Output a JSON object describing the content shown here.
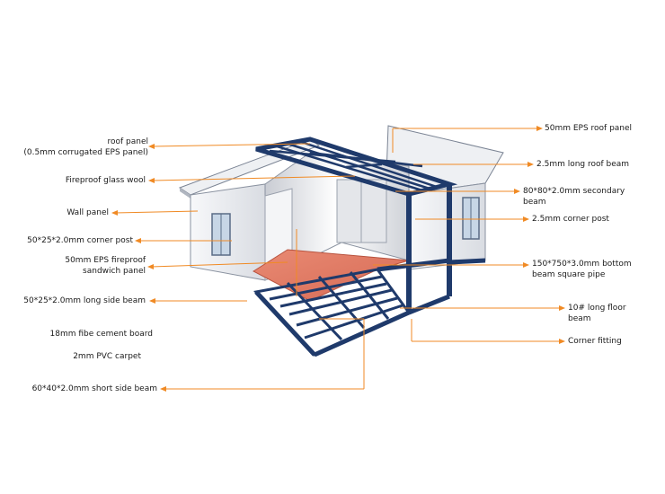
{
  "labels_left": [
    {
      "key": "roof_panel",
      "lines": [
        "roof panel",
        "(0.5mm corrugated EPS panel)"
      ]
    },
    {
      "key": "fireproof_glass_wool",
      "lines": [
        "Fireproof glass wool"
      ]
    },
    {
      "key": "wall_panel",
      "lines": [
        "Wall panel"
      ]
    },
    {
      "key": "corner_post_left",
      "lines": [
        "50*25*2.0mm corner post"
      ]
    },
    {
      "key": "eps_sandwich",
      "lines": [
        "50mm EPS  fireproof",
        "sandwich panel"
      ]
    },
    {
      "key": "long_side_beam",
      "lines": [
        "50*25*2.0mm long side beam"
      ]
    },
    {
      "key": "fiber_cement",
      "lines": [
        "18mm fibe cement board"
      ]
    },
    {
      "key": "pvc_carpet",
      "lines": [
        "2mm PVC carpet"
      ]
    },
    {
      "key": "short_side_beam",
      "lines": [
        "60*40*2.0mm short side beam"
      ]
    }
  ],
  "labels_right": [
    {
      "key": "eps_roof_panel",
      "lines": [
        "50mm EPS roof panel"
      ]
    },
    {
      "key": "long_roof_beam",
      "lines": [
        "2.5mm long roof beam"
      ]
    },
    {
      "key": "secondary_beam",
      "lines": [
        "80*80*2.0mm secondary",
        "beam"
      ]
    },
    {
      "key": "corner_post_right",
      "lines": [
        "2.5mm corner post"
      ]
    },
    {
      "key": "bottom_beam",
      "lines": [
        "150*750*3.0mm bottom",
        "beam square pipe"
      ]
    },
    {
      "key": "long_floor_beam",
      "lines": [
        "10# long floor",
        "beam"
      ]
    },
    {
      "key": "corner_fitting",
      "lines": [
        "Corner fitting"
      ]
    }
  ],
  "colors": {
    "frame": "#1f3a6b",
    "leader": "#f08a24",
    "wall": "#f2f3f5",
    "floor": "#e07860",
    "roof": "#e6e7ea"
  }
}
